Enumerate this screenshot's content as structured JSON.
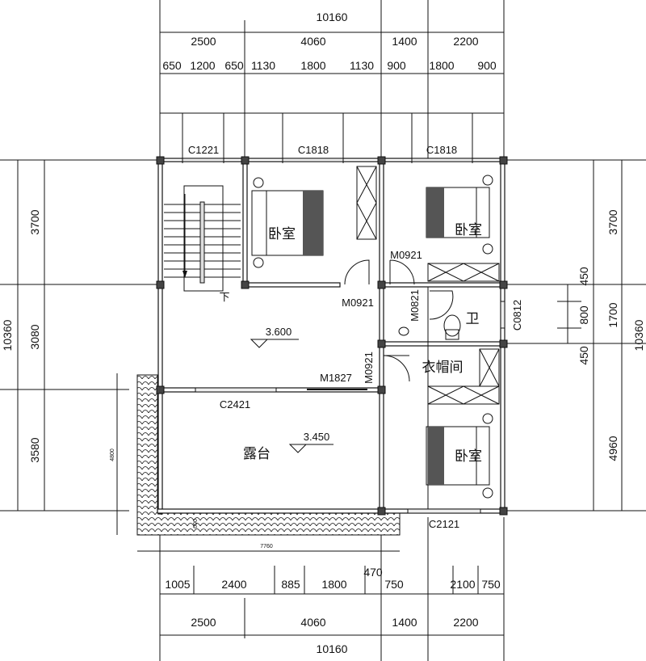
{
  "dimensions": {
    "top_total": "10160",
    "top_axes": [
      "2500",
      "4060",
      "1400",
      "2200"
    ],
    "top_detail": [
      "650",
      "1200",
      "650",
      "1130",
      "1800",
      "1130",
      "900",
      "1800",
      "900"
    ],
    "bottom_total": "10160",
    "bottom_axes": [
      "2500",
      "4060",
      "1400",
      "2200"
    ],
    "bottom_detail": [
      "1005",
      "2400",
      "885",
      "1800",
      "470",
      "750",
      "2100",
      "750"
    ],
    "left_total": "10360",
    "left_axes": [
      "3700",
      "3080",
      "3580"
    ],
    "right_total": "10360",
    "right_axes": [
      "3700",
      "1700",
      "4960"
    ],
    "right_detail": [
      "450",
      "800",
      "450"
    ],
    "terrace_width": "7760",
    "terrace_depth": "4800",
    "parapet": "600"
  },
  "openings": {
    "window_stair": "C1221",
    "window_bed1": "C1818",
    "window_bed2": "C1818",
    "door_bed1": "M0921",
    "door_bed2": "M0921",
    "door_bath": "M0821",
    "window_bath": "C0812",
    "door_closet": "M0921",
    "door_terrace": "M1827",
    "window_hall": "C2421",
    "window_bed3": "C2121"
  },
  "rooms": {
    "bedroom1": "卧室",
    "bedroom2": "卧室",
    "bedroom3": "卧室",
    "bathroom": "卫",
    "closet": "衣帽间",
    "terrace": "露台",
    "stair_down": "下"
  },
  "levels": {
    "hall": "3.600",
    "terrace": "3.450"
  }
}
